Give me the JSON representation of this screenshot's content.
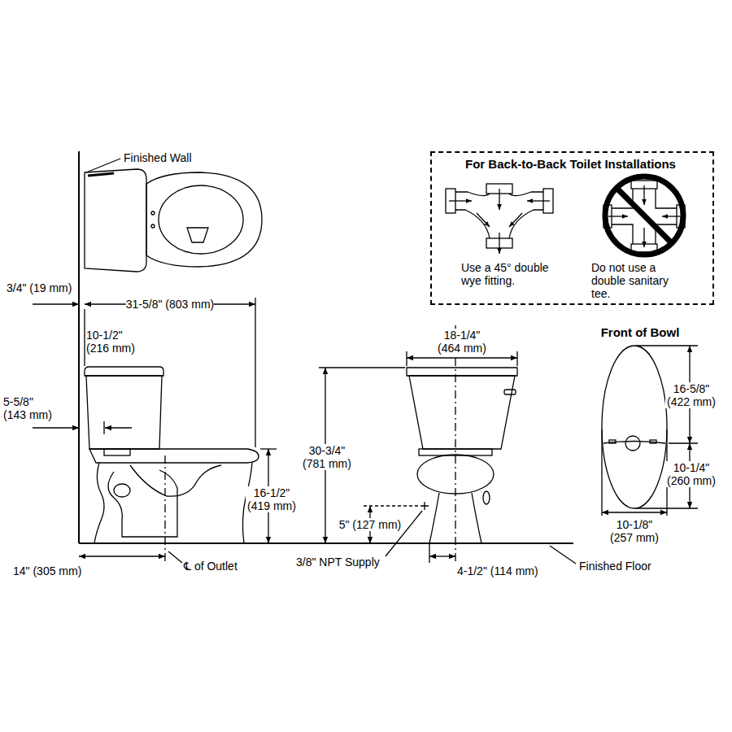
{
  "diagram": {
    "nodes": [
      {
        "text": [
          "For Back-to-Back Toilet Installations",
          "Use a 45° double wye fitting.",
          "Do not use a double sanitary tee."
        ]
      }
    ],
    "labels": [
      "Finished Wall",
      "3/4\" (19 mm)",
      "31-5/8\" (803 mm)",
      "10-1/2\" (216 mm)",
      "5-5/8\" (143 mm)",
      "16-1/2\" (419 mm)",
      "14\" (305 mm)",
      "℄ of Outlet",
      "3/8\" NPT Supply",
      "18-1/4\" (464 mm)",
      "30-3/4\" (781 mm)",
      "5\" (127 mm)",
      "4-1/2\" (114 mm)",
      "Finished Floor",
      "Front of Bowl",
      "16-5/8\" (422 mm)",
      "10-1/4\" (260 mm)",
      "10-1/8\" (257 mm)"
    ]
  }
}
